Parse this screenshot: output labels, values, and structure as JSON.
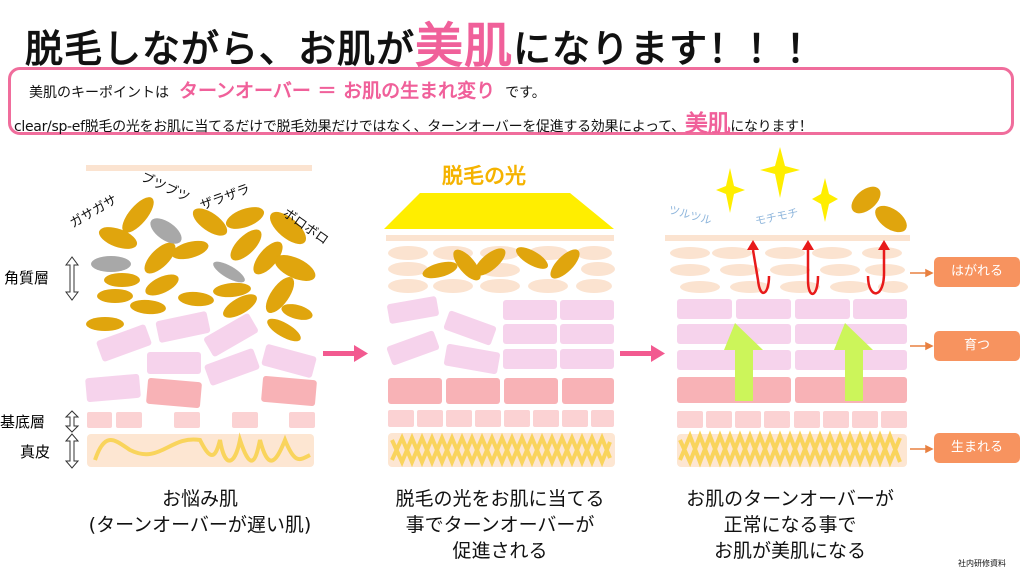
{
  "title": {
    "before": "脱毛しながら、お肌が",
    "highlight": "美肌",
    "after": "になります！！！"
  },
  "summary": {
    "line1_a": "美肌のキーポイントは",
    "line1_b": "ターンオーバー ＝ お肌の生まれ変り",
    "line1_c": "です。",
    "line2_a": "clear/sp-ef脱毛の光をお肌に当てるだけで脱毛効果だけではなく、ターンオーバーを促進する効果によって、",
    "line2_b": "美肌",
    "line2_c": "になります！"
  },
  "layers": {
    "stratum_corneum": "角質層",
    "basal": "基底層",
    "dermis": "真皮"
  },
  "panel1": {
    "words": [
      "ガサガサ",
      "ブツブツ",
      "ザラザラ",
      "ボロボロ"
    ],
    "caption1": "お悩み肌",
    "caption2": "(ターンオーバーが遅い肌)"
  },
  "panel2": {
    "light_label": "脱毛の光",
    "caption1": "脱毛の光をお肌に当てる",
    "caption2": "事でターンオーバーが",
    "caption3": "促進される"
  },
  "panel3": {
    "words": [
      "ツルツル",
      "モチモチ"
    ],
    "tags": [
      "はがれる",
      "育つ",
      "生まれる"
    ],
    "caption1": "お肌のターンオーバーが",
    "caption2": "正常になる事で",
    "caption3": "お肌が美肌になる"
  },
  "footer": "社内研修資料",
  "colors": {
    "pink": "#f0609a",
    "gold": "#e0a50d",
    "orange": "#f7935f",
    "yellow": "#ffee00",
    "green": "#ccf55a"
  }
}
